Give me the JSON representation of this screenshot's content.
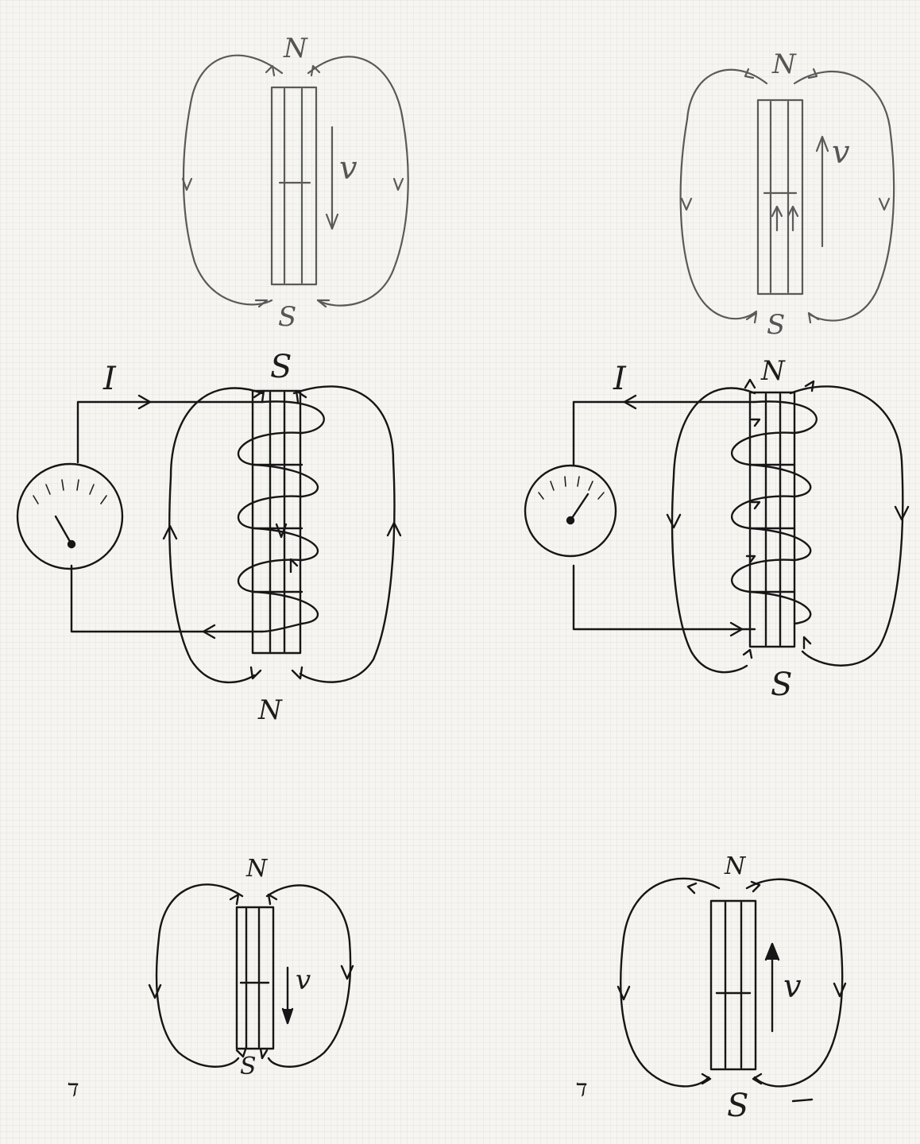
{
  "panels": {
    "top_left": {
      "north": "N",
      "south": "S",
      "velocity": "v"
    },
    "top_right": {
      "north": "N",
      "south": "S",
      "velocity": "v"
    },
    "coil_left": {
      "current": "I",
      "top_pole": "S",
      "bottom_pole": "N"
    },
    "coil_right": {
      "current": "I",
      "top_pole": "N",
      "bottom_pole": "S"
    },
    "bottom_left": {
      "north": "N",
      "south": "S",
      "velocity": "v",
      "corner_mark": "ד"
    },
    "bottom_right": {
      "north": "N",
      "south": "S",
      "velocity": "v",
      "corner_mark": "ד"
    }
  }
}
